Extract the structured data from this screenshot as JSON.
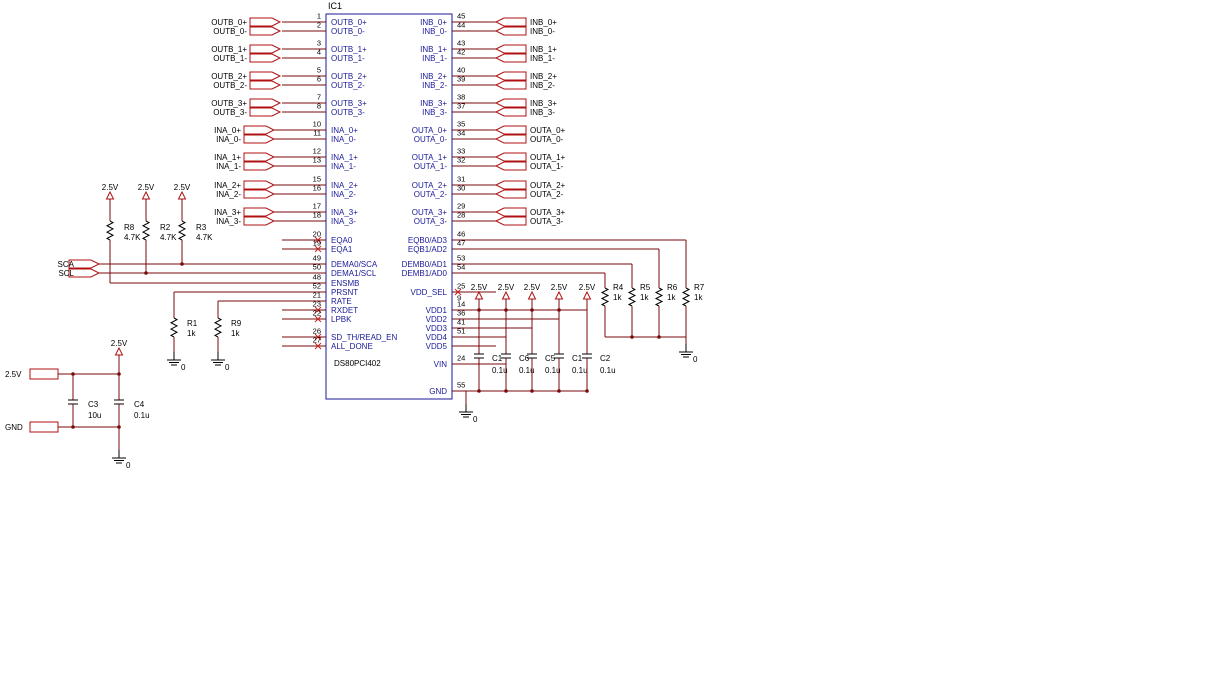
{
  "ic": {
    "ref": "IC1",
    "part": "DS80PCI402",
    "left_pins": [
      {
        "num": "1",
        "name": "OUTB_0+"
      },
      {
        "num": "2",
        "name": "OUTB_0-"
      },
      {
        "num": "3",
        "name": "OUTB_1+"
      },
      {
        "num": "4",
        "name": "OUTB_1-"
      },
      {
        "num": "5",
        "name": "OUTB_2+"
      },
      {
        "num": "6",
        "name": "OUTB_2-"
      },
      {
        "num": "7",
        "name": "OUTB_3+"
      },
      {
        "num": "8",
        "name": "OUTB_3-"
      },
      {
        "num": "10",
        "name": "INA_0+"
      },
      {
        "num": "11",
        "name": "INA_0-"
      },
      {
        "num": "12",
        "name": "INA_1+"
      },
      {
        "num": "13",
        "name": "INA_1-"
      },
      {
        "num": "15",
        "name": "INA_2+"
      },
      {
        "num": "16",
        "name": "INA_2-"
      },
      {
        "num": "17",
        "name": "INA_3+"
      },
      {
        "num": "18",
        "name": "INA_3-"
      },
      {
        "num": "20",
        "name": "EQA0"
      },
      {
        "num": "19",
        "name": "EQA1"
      },
      {
        "num": "49",
        "name": "DEMA0/SCA"
      },
      {
        "num": "50",
        "name": "DEMA1/SCL"
      },
      {
        "num": "48",
        "name": "ENSMB"
      },
      {
        "num": "52",
        "name": "PRSNT"
      },
      {
        "num": "21",
        "name": "RATE"
      },
      {
        "num": "23",
        "name": "RXDET"
      },
      {
        "num": "22",
        "name": "LPBK"
      },
      {
        "num": "26",
        "name": "SD_TH/READ_EN"
      },
      {
        "num": "27",
        "name": "ALL_DONE"
      }
    ],
    "right_pins": [
      {
        "num": "45",
        "name": "INB_0+"
      },
      {
        "num": "44",
        "name": "INB_0-"
      },
      {
        "num": "43",
        "name": "INB_1+"
      },
      {
        "num": "42",
        "name": "INB_1-"
      },
      {
        "num": "40",
        "name": "INB_2+"
      },
      {
        "num": "39",
        "name": "INB_2-"
      },
      {
        "num": "38",
        "name": "INB_3+"
      },
      {
        "num": "37",
        "name": "INB_3-"
      },
      {
        "num": "35",
        "name": "OUTA_0+"
      },
      {
        "num": "34",
        "name": "OUTA_0-"
      },
      {
        "num": "33",
        "name": "OUTA_1+"
      },
      {
        "num": "32",
        "name": "OUTA_1-"
      },
      {
        "num": "31",
        "name": "OUTA_2+"
      },
      {
        "num": "30",
        "name": "OUTA_2-"
      },
      {
        "num": "29",
        "name": "OUTA_3+"
      },
      {
        "num": "28",
        "name": "OUTA_3-"
      },
      {
        "num": "46",
        "name": "EQB0/AD3"
      },
      {
        "num": "47",
        "name": "EQB1/AD2"
      },
      {
        "num": "53",
        "name": "DEMB0/AD1"
      },
      {
        "num": "54",
        "name": "DEMB1/AD0"
      },
      {
        "num": "25",
        "name": "VDD_SEL"
      },
      {
        "num": "9",
        "name": ""
      },
      {
        "num": "14",
        "name": "VDD1"
      },
      {
        "num": "36",
        "name": "VDD2"
      },
      {
        "num": "41",
        "name": "VDD3"
      },
      {
        "num": "51",
        "name": "VDD4"
      },
      {
        "num": "",
        "name": "VDD5"
      },
      {
        "num": "24",
        "name": "VIN"
      },
      {
        "num": "55",
        "name": "GND"
      }
    ]
  },
  "left_ports": [
    {
      "pos": "OUTB_0+",
      "neg": "OUTB_0-"
    },
    {
      "pos": "OUTB_1+",
      "neg": "OUTB_1-"
    },
    {
      "pos": "OUTB_2+",
      "neg": "OUTB_2-"
    },
    {
      "pos": "OUTB_3+",
      "neg": "OUTB_3-"
    },
    {
      "pos": "INA_0+",
      "neg": "INA_0-"
    },
    {
      "pos": "INA_1+",
      "neg": "INA_1-"
    },
    {
      "pos": "INA_2+",
      "neg": "INA_2-"
    },
    {
      "pos": "INA_3+",
      "neg": "INA_3-"
    }
  ],
  "right_ports": [
    {
      "pos": "INB_0+",
      "neg": "INB_0-"
    },
    {
      "pos": "INB_1+",
      "neg": "INB_1-"
    },
    {
      "pos": "INB_2+",
      "neg": "INB_2-"
    },
    {
      "pos": "INB_3+",
      "neg": "INB_3-"
    },
    {
      "pos": "OUTA_0+",
      "neg": "OUTA_0-"
    },
    {
      "pos": "OUTA_1+",
      "neg": "OUTA_1-"
    },
    {
      "pos": "OUTA_2+",
      "neg": "OUTA_2-"
    },
    {
      "pos": "OUTA_3+",
      "neg": "OUTA_3-"
    }
  ],
  "bus_ports": {
    "sca": "SCA",
    "scl": "SCL"
  },
  "supply_net": "2.5V",
  "ground_net": "0",
  "power_ports": {
    "v25": "2.5V",
    "gnd": "GND"
  },
  "pullups": [
    {
      "ref": "R8",
      "value": "4.7K"
    },
    {
      "ref": "R2",
      "value": "4.7K"
    },
    {
      "ref": "R3",
      "value": "4.7K"
    }
  ],
  "pulldowns": [
    {
      "ref": "R1",
      "value": "1k"
    },
    {
      "ref": "R9",
      "value": "1k"
    }
  ],
  "right_resistors": [
    {
      "ref": "R4",
      "value": "1k"
    },
    {
      "ref": "R5",
      "value": "1k"
    },
    {
      "ref": "R6",
      "value": "1k"
    },
    {
      "ref": "R7",
      "value": "1k"
    }
  ],
  "decoupling": [
    {
      "ref": "C1",
      "value": "0.1u"
    },
    {
      "ref": "C6",
      "value": "0.1u"
    },
    {
      "ref": "C5",
      "value": "0.1u"
    },
    {
      "ref": "C1",
      "value": "0.1u"
    },
    {
      "ref": "C2",
      "value": "0.1u"
    }
  ],
  "bulk_caps": [
    {
      "ref": "C3",
      "value": "10u"
    },
    {
      "ref": "C4",
      "value": "0.1u"
    }
  ],
  "colors": {
    "wire": "#7a0a0a",
    "port": "#b01010",
    "body": "#1a1a9a",
    "no_connect": "#cc2020"
  }
}
